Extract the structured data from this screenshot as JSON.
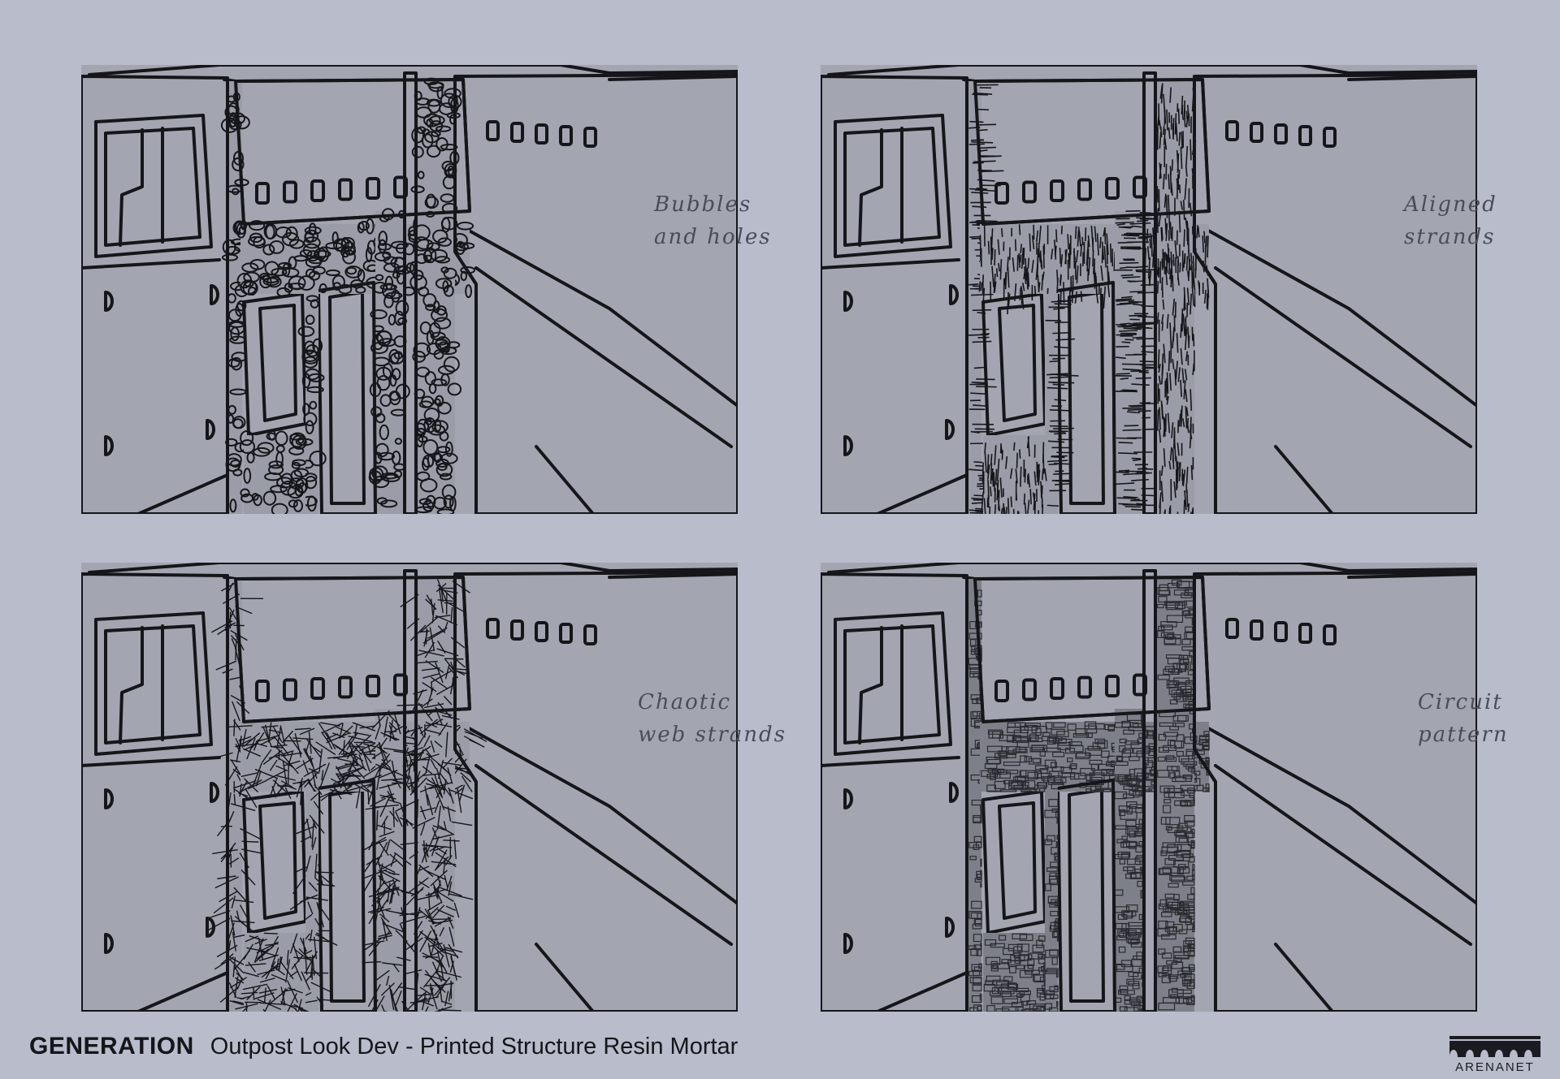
{
  "panels": [
    {
      "caption_line1": "Bubbles",
      "caption_line2": "and holes",
      "pattern": "bubbles"
    },
    {
      "caption_line1": "Aligned",
      "caption_line2": "strands",
      "pattern": "strands"
    },
    {
      "caption_line1": "Chaotic",
      "caption_line2": "web strands",
      "pattern": "web"
    },
    {
      "caption_line1": "Circuit",
      "caption_line2": "pattern",
      "pattern": "circuit"
    }
  ],
  "footer": {
    "brand": "GENERATION",
    "subtitle": "Outpost Look Dev - Printed Structure Resin Mortar"
  },
  "logo": {
    "text": "ARENANET"
  },
  "colors": {
    "background": "#b8bccb",
    "panel_fill": "#a3a6b0",
    "ink": "#15161a"
  }
}
